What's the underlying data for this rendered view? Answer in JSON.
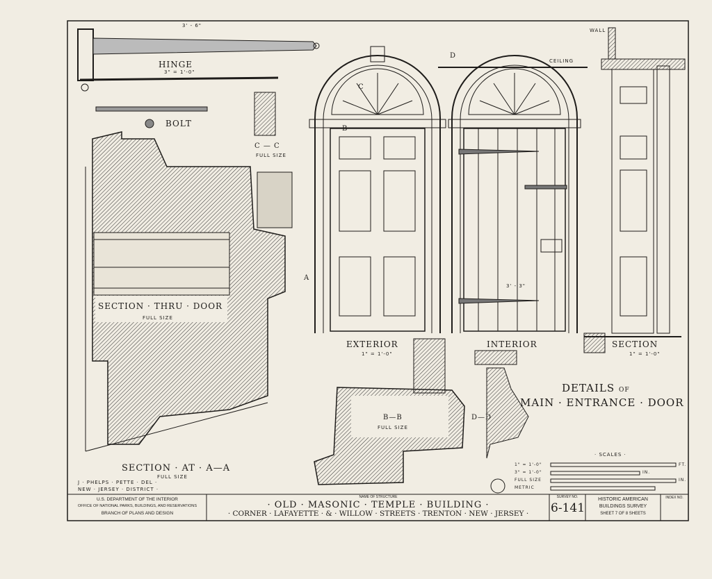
{
  "hinge": {
    "title": "HINGE",
    "scale": "3\" = 1'-0\"",
    "dim": "3' - 6\""
  },
  "bolt": {
    "title": "BOLT"
  },
  "cc": {
    "title": "C — C",
    "scale": "FULL SIZE"
  },
  "section_door": {
    "title": "SECTION · THRU · DOOR",
    "scale": "FULL SIZE"
  },
  "section_aa": {
    "title": "SECTION · AT · A—A",
    "scale": "FULL SIZE"
  },
  "delineator": [
    "J · PHELPS · PETTE · DEL ·",
    "NEW · JERSEY · DISTRICT ·"
  ],
  "exterior": {
    "title": "EXTERIOR",
    "scale": "1\" = 1'-0\""
  },
  "interior": {
    "title": "INTERIOR",
    "scale": "",
    "dim": "3' - 3\""
  },
  "section": {
    "title": "SECTION",
    "scale": "1\" = 1'-0\"",
    "wall": "WALL",
    "ceiling": "CEILING"
  },
  "bb": {
    "title": "B—B",
    "scale": "FULL SIZE"
  },
  "dd": {
    "title": "D—D"
  },
  "markers": {
    "a": "A",
    "b": "B",
    "c": "C",
    "d": "D"
  },
  "heading": {
    "line1": "DETAILS",
    "of": "OF",
    "line2": "MAIN · ENTRANCE · DOOR"
  },
  "scales": {
    "title": "· SCALES ·",
    "rows": [
      "1\" = 1'-0\"",
      "3\" = 1'-0\"",
      "FULL SIZE",
      "METRIC"
    ],
    "units": [
      "FT.",
      "IN.",
      "IN.",
      ""
    ]
  },
  "title_block": {
    "agency": [
      "U.S. DEPARTMENT OF THE INTERIOR",
      "OFFICE OF NATIONAL PARKS, BUILDINGS, AND RESERVATIONS",
      "BRANCH OF PLANS AND DESIGN"
    ],
    "name_label": "NAME OF STRUCTURE",
    "structure": "· OLD · MASONIC · TEMPLE · BUILDING ·",
    "location": "· CORNER · LAFAYETTE · & · WILLOW · STREETS · TRENTON · NEW · JERSEY ·",
    "survey_label": "SURVEY NO.",
    "survey_no": "6-141",
    "habs": [
      "HISTORIC AMERICAN",
      "BUILDINGS SURVEY"
    ],
    "sheet": "SHEET 7 OF 8 SHEETS",
    "index_label": "INDEX NO."
  }
}
